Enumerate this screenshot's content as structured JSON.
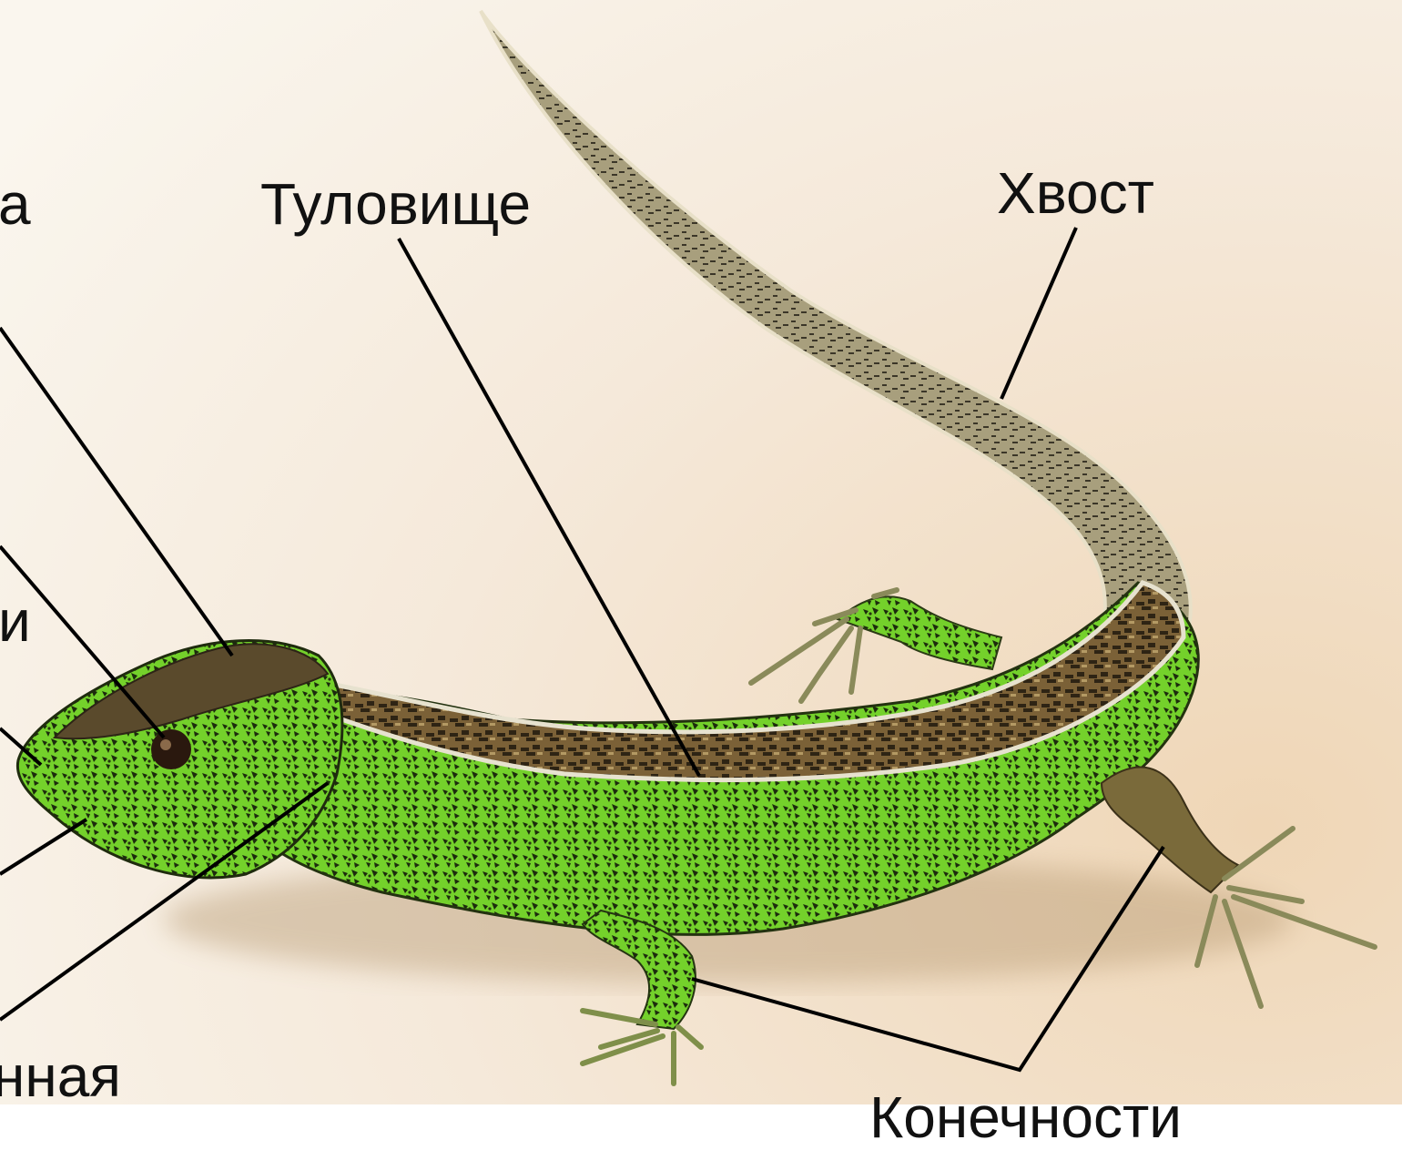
{
  "image": {
    "subject": "lizard",
    "colors": {
      "background_light": "#f8f2e8",
      "background_warm": "#f0dcc1",
      "body_green": "#6fcf2a",
      "body_dark": "#1d2d0e",
      "back_brown": "#5a4526",
      "tail_tan": "#a39a79",
      "leader_line": "#000000"
    }
  },
  "labels": {
    "torso": "Туловище",
    "tail": "Хвост",
    "neck_partial": "нная",
    "limbs_partial": "Конечности",
    "left_edge_1": "а",
    "left_edge_2": "и"
  }
}
